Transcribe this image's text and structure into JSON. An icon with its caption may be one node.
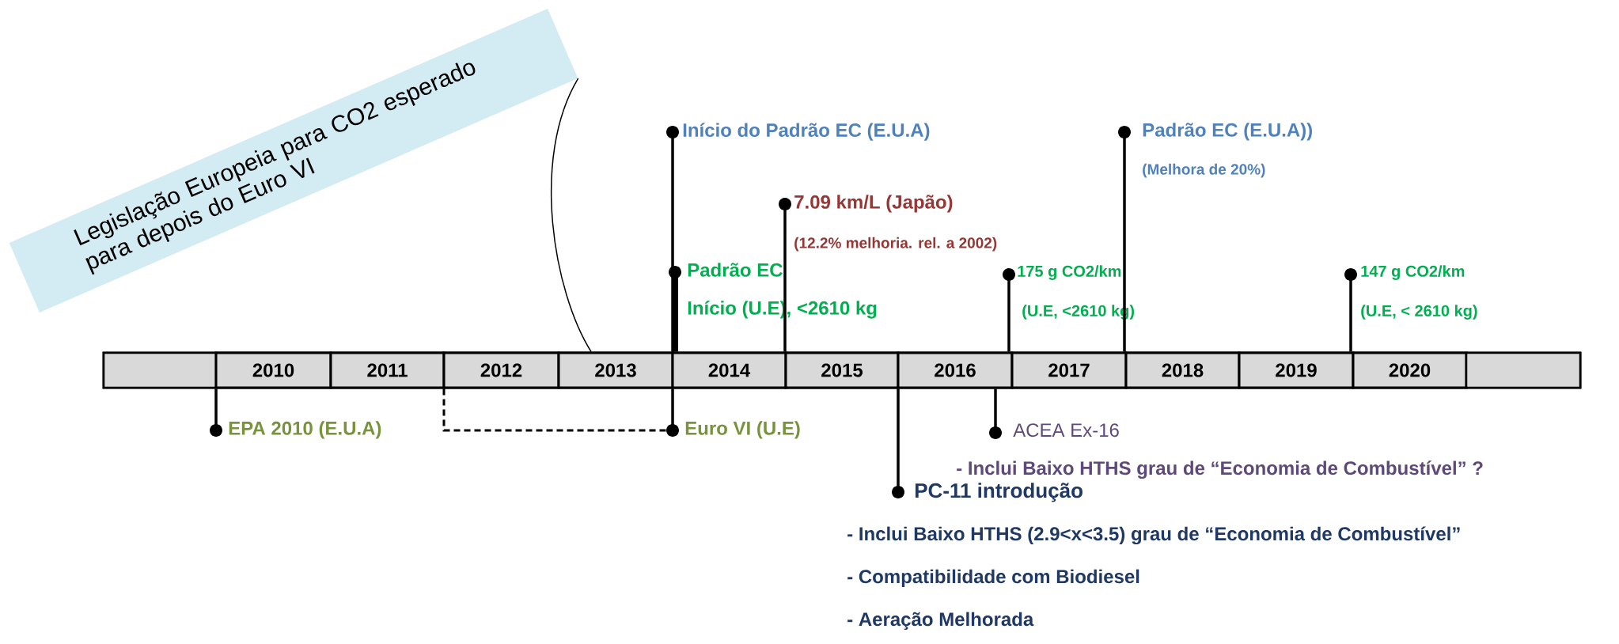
{
  "diagram": {
    "nodes": [
      {
        "text": [],
        "shape": "bar"
      },
      {
        "text": [],
        "shape": "box",
        "in": 0
      },
      {
        "text": [
          "2010"
        ],
        "in": 0
      },
      {
        "text": [
          "2011"
        ],
        "in": 0
      },
      {
        "text": [
          "2012"
        ],
        "in": 0
      },
      {
        "text": [
          "2013"
        ],
        "in": 0
      },
      {
        "text": [
          "2014"
        ],
        "in": 0
      },
      {
        "text": [
          "2015"
        ],
        "in": 0
      },
      {
        "text": [
          "2016"
        ],
        "in": 0
      },
      {
        "text": [
          "2017"
        ],
        "in": 0
      },
      {
        "text": [
          "2018"
        ],
        "in": 0
      },
      {
        "text": [
          "2019"
        ],
        "in": 0
      },
      {
        "text": [
          "2020"
        ],
        "in": 0
      },
      {
        "text": [],
        "shape": "box",
        "in": 0
      },
      {
        "text": [
          "Legislação Europeia para CO2 esperado para depois do Euro VI"
        ]
      },
      {
        "text": [
          "Início do Padrão EC (E.U.A)"
        ]
      },
      {
        "text": [
          "7.09 km/L (Japão)",
          "(12.2% melhoria. rel. a 2002)"
        ]
      },
      {
        "text": [
          "Padrão EC",
          "Início (U.E), <2610 kg"
        ]
      },
      {
        "text": [
          "175 g CO2/km",
          "(U.E, <2610 kg)"
        ]
      },
      {
        "text": [
          "Padrão EC (E.U.A))",
          "(Melhora de 20%)"
        ]
      },
      {
        "text": [
          "147 g CO2/km",
          "(U.E, < 2610 kg)"
        ]
      },
      {
        "text": [
          "EPA 2010 (E.U.A)"
        ]
      },
      {
        "text": [
          "Euro VI (U.E)"
        ]
      },
      {
        "text": [
          "ACEA Ex-16",
          "- Inclui Baixo HTHS grau de “Economia de Combustível” ?"
        ]
      },
      {
        "text": [
          "PC-11 introdução",
          "- Inclui Baixo HTHS (2.9<x<3.5) grau de “Economia de Combustível”",
          "- Compatibilidade com Biodiesel",
          "- Aeração Melhorada"
        ]
      }
    ],
    "edges": [
      {
        "from": 15,
        "to": 0,
        "arrow": "other"
      },
      {
        "from": 16,
        "to": 0,
        "arrow": "other"
      },
      {
        "from": 17,
        "to": 0,
        "arrow": "other",
        "style": "thick"
      },
      {
        "from": 18,
        "to": 0,
        "arrow": "other"
      },
      {
        "from": 19,
        "to": 0,
        "arrow": "other"
      },
      {
        "from": 20,
        "to": 0,
        "arrow": "other"
      },
      {
        "from": 21,
        "to": 0,
        "arrow": "other"
      },
      {
        "from": 22,
        "to": 0,
        "arrow": "other"
      },
      {
        "from": 23,
        "to": 0,
        "arrow": "other"
      },
      {
        "from": 24,
        "to": 0,
        "arrow": "other"
      },
      {
        "from": 14,
        "to": 0,
        "arrow": "none"
      },
      {
        "from": 0,
        "to": 22,
        "arrow": "none",
        "style": "dashed"
      }
    ]
  }
}
